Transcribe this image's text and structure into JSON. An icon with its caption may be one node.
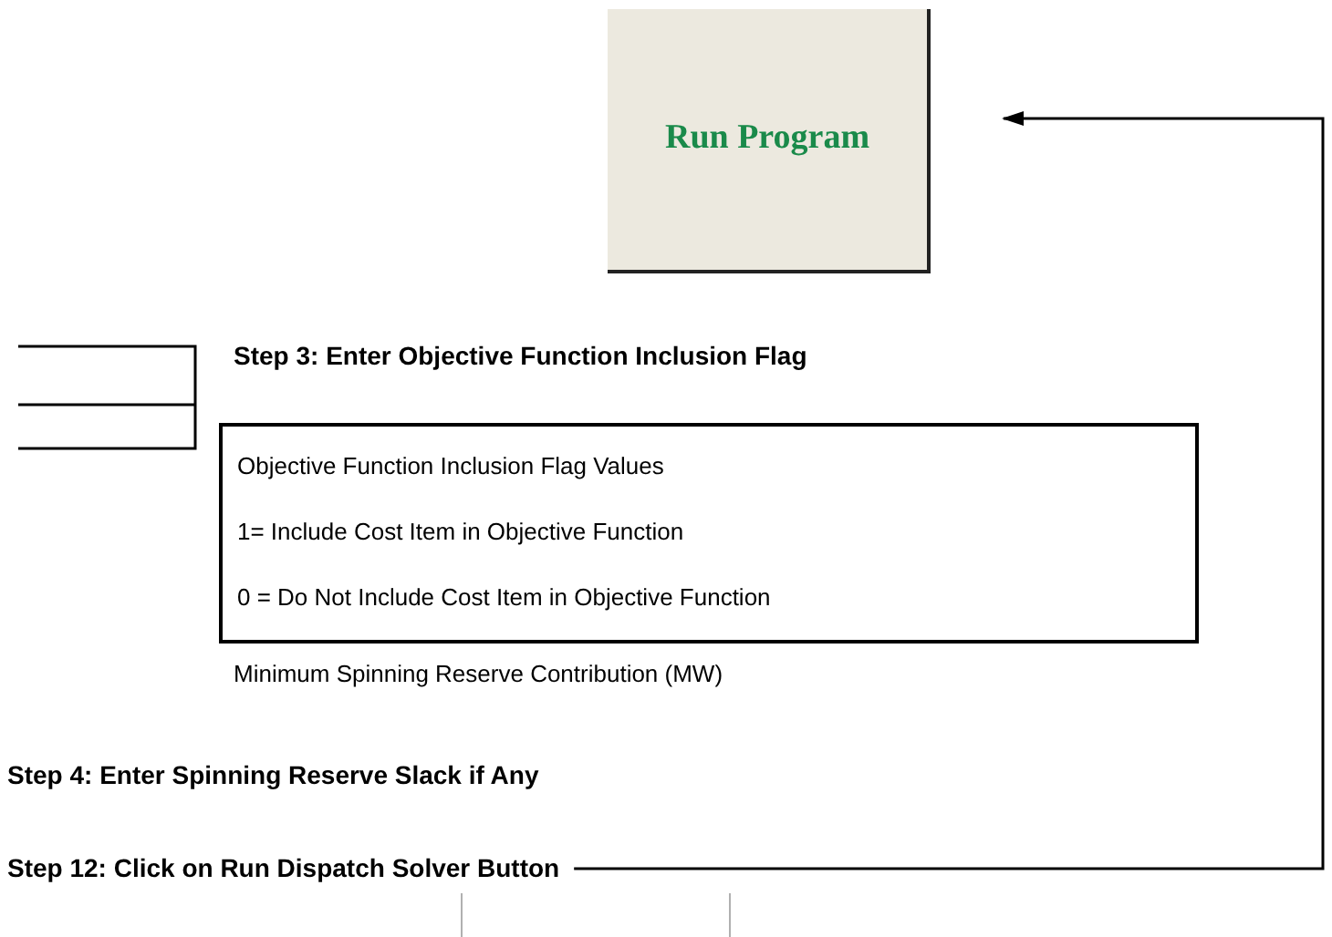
{
  "diagram": {
    "nodes": [
      {
        "text": [
          "Run Program"
        ]
      },
      {
        "text": [
          "Objective Function Inclusion Flag Values",
          "1= Include Cost Item in Objective Function",
          "0 = Do Not Include Cost Item in Objective Function"
        ]
      },
      {
        "text": [
          "Step 12: Click on Run Dispatch Solver Button"
        ]
      }
    ],
    "edges": [
      {
        "from": 2,
        "to": 0,
        "arrow": "to"
      }
    ],
    "labels": [
      "Step 3: Enter Objective Function Inclusion Flag",
      "Minimum Spinning Reserve Contribution (MW)",
      "Step 4: Enter Spinning Reserve Slack if Any"
    ]
  }
}
